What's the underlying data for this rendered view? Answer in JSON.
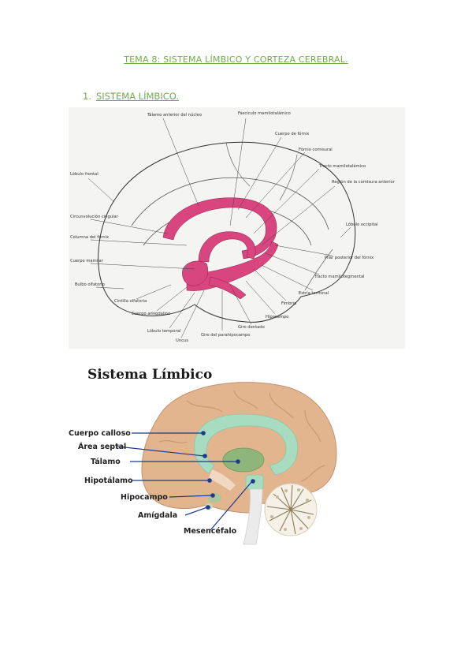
{
  "document": {
    "title": "TEMA 8: SISTEMA LÍMBICO Y CORTEZA CEREBRAL.",
    "section": {
      "number": "1.",
      "heading": "SISTEMA LÍMBICO."
    }
  },
  "figure1": {
    "labels": [
      "Tálamo anterior del núcleo",
      "Fascículo mamilotalámico",
      "Cuerpo de fórnix",
      "Fórnix comisural",
      "Tracto mamilotalámico",
      "Región de la comisura anterior",
      "Lóbulo frontal",
      "Circunvolución cingular",
      "Columna del fórnix",
      "Cuerpo mamilar",
      "Bulbo olfatorio",
      "Cintilla olfatoria",
      "Cuerpo amigdalino",
      "Lóbulo temporal",
      "Uncus",
      "Giro del parahipocampo",
      "Giro dentado",
      "Hipocampo",
      "Fimbria",
      "Estría terminal",
      "Tracto mamilotegmental",
      "Pilar posterior del fórnix",
      "Lóbulo occipital"
    ]
  },
  "figure2": {
    "title": "Sistema Límbico",
    "labels": {
      "cuerpo_calloso": "Cuerpo calloso",
      "area_septal": "Área septal",
      "talamo": "Tálamo",
      "hipotalamo": "Hipotálamo",
      "hipocampo": "Hipocampo",
      "amigdala": "Amígdala",
      "mesencefalo": "Mesencéfalo"
    }
  },
  "colors": {
    "heading": "#70ad47",
    "limbic_pink": "#d9457f",
    "brain_tan": "#e2b58e",
    "limbic_green": "#a8dcc0",
    "thalamus": "#8fb67a",
    "pointer": "#1e3a8a"
  }
}
